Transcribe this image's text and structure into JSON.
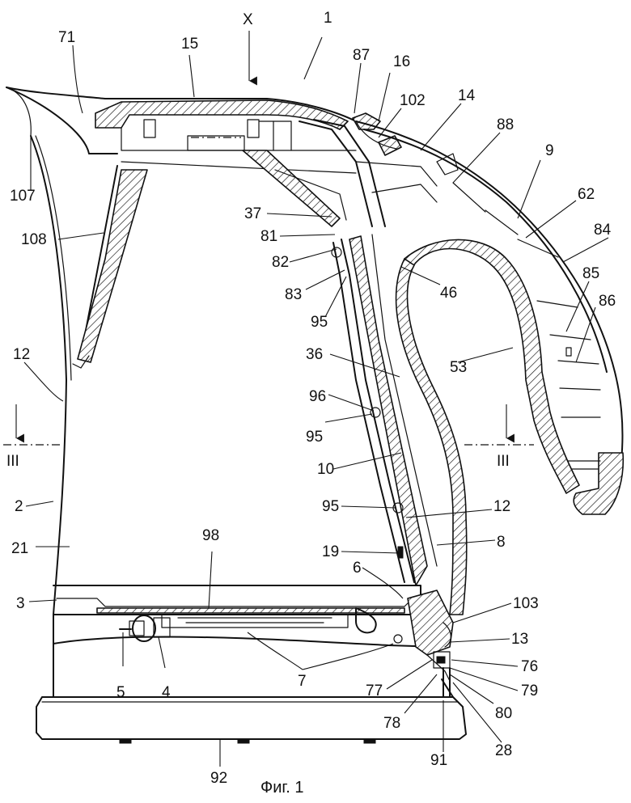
{
  "figure": {
    "caption": "Фиг. 1",
    "view_arrow_label": "X",
    "section_label_left": "III",
    "section_label_right": "III"
  },
  "reference_numerals": [
    {
      "id": "n1",
      "text": "1"
    },
    {
      "id": "n71",
      "text": "71"
    },
    {
      "id": "n15",
      "text": "15"
    },
    {
      "id": "n87",
      "text": "87"
    },
    {
      "id": "n16",
      "text": "16"
    },
    {
      "id": "n102",
      "text": "102"
    },
    {
      "id": "n14",
      "text": "14"
    },
    {
      "id": "n88",
      "text": "88"
    },
    {
      "id": "n9",
      "text": "9"
    },
    {
      "id": "n62",
      "text": "62"
    },
    {
      "id": "n84",
      "text": "84"
    },
    {
      "id": "n85",
      "text": "85"
    },
    {
      "id": "n86",
      "text": "86"
    },
    {
      "id": "n107",
      "text": "107"
    },
    {
      "id": "n108",
      "text": "108"
    },
    {
      "id": "n37",
      "text": "37"
    },
    {
      "id": "n81",
      "text": "81"
    },
    {
      "id": "n82",
      "text": "82"
    },
    {
      "id": "n83",
      "text": "83"
    },
    {
      "id": "n46",
      "text": "46"
    },
    {
      "id": "n95a",
      "text": "95"
    },
    {
      "id": "n12a",
      "text": "12"
    },
    {
      "id": "n36",
      "text": "36"
    },
    {
      "id": "n53",
      "text": "53"
    },
    {
      "id": "n96",
      "text": "96"
    },
    {
      "id": "n95b",
      "text": "95"
    },
    {
      "id": "n10",
      "text": "10"
    },
    {
      "id": "n2",
      "text": "2"
    },
    {
      "id": "n95c",
      "text": "95"
    },
    {
      "id": "n12b",
      "text": "12"
    },
    {
      "id": "n98",
      "text": "98"
    },
    {
      "id": "n21",
      "text": "21"
    },
    {
      "id": "n19",
      "text": "19"
    },
    {
      "id": "n8",
      "text": "8"
    },
    {
      "id": "n6",
      "text": "6"
    },
    {
      "id": "n3",
      "text": "3"
    },
    {
      "id": "n103",
      "text": "103"
    },
    {
      "id": "n13",
      "text": "13"
    },
    {
      "id": "n76",
      "text": "76"
    },
    {
      "id": "n77",
      "text": "77"
    },
    {
      "id": "n79",
      "text": "79"
    },
    {
      "id": "n5",
      "text": "5"
    },
    {
      "id": "n4",
      "text": "4"
    },
    {
      "id": "n7",
      "text": "7"
    },
    {
      "id": "n80",
      "text": "80"
    },
    {
      "id": "n78",
      "text": "78"
    },
    {
      "id": "n28",
      "text": "28"
    },
    {
      "id": "n91",
      "text": "91"
    },
    {
      "id": "n92",
      "text": "92"
    }
  ]
}
